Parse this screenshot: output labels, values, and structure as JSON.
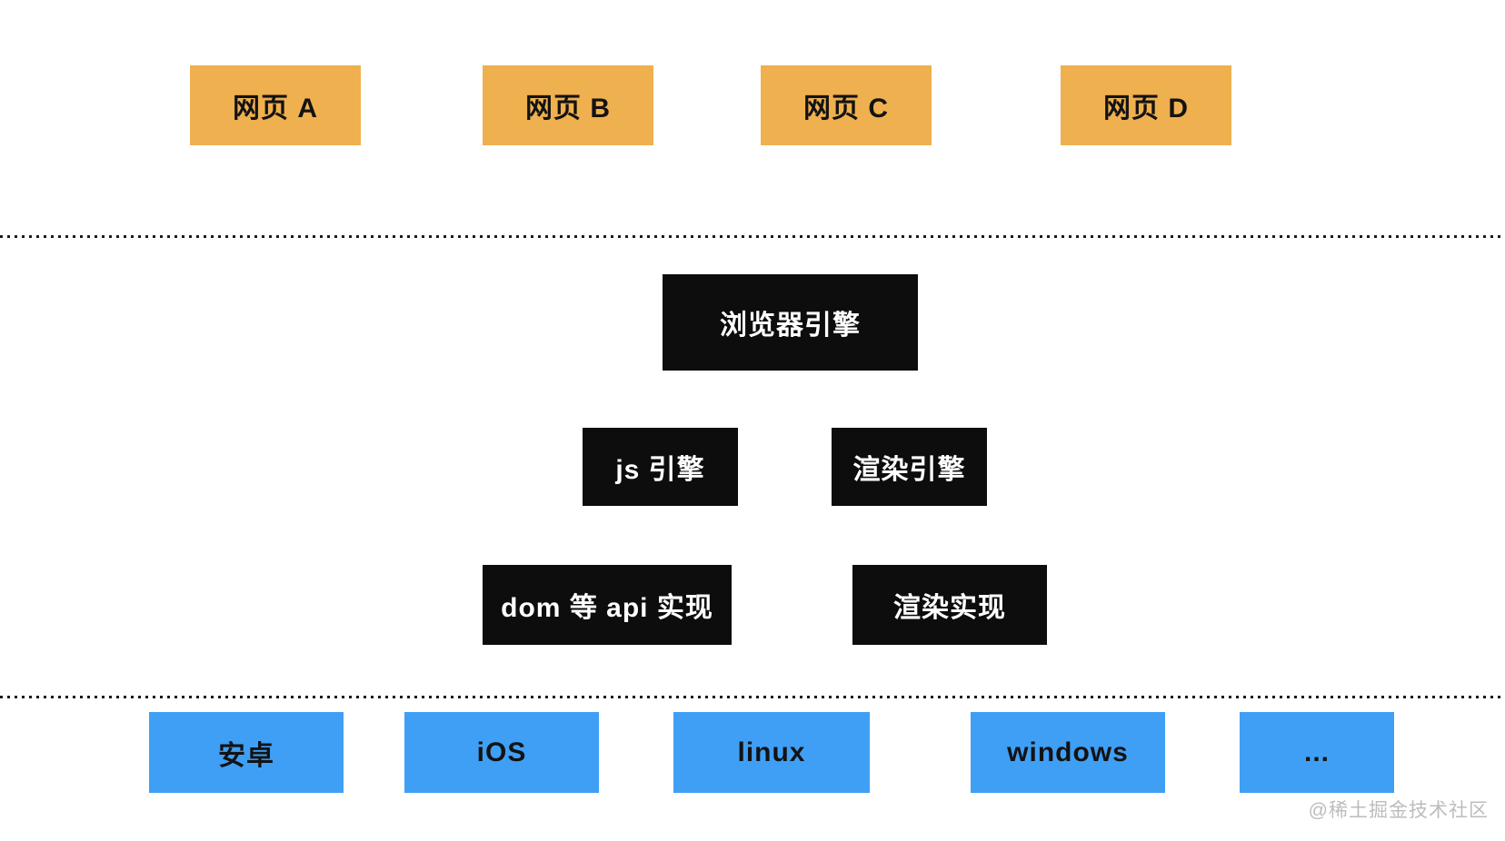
{
  "diagram": {
    "colors": {
      "webpage_box": "#efb04f",
      "engine_box": "#0d0d0d",
      "platform_box": "#3f9ff5",
      "divider_dot": "#1a1a1a",
      "watermark_text": "#bcbcbc"
    },
    "webpages": {
      "items": [
        {
          "label": "网页 A"
        },
        {
          "label": "网页 B"
        },
        {
          "label": "网页 C"
        },
        {
          "label": "网页 D"
        }
      ]
    },
    "engine": {
      "browser_engine": {
        "label": "浏览器引擎"
      },
      "js_engine": {
        "label": "js 引擎"
      },
      "render_engine": {
        "label": "渲染引擎"
      },
      "dom_api_impl": {
        "label": "dom 等 api 实现"
      },
      "render_impl": {
        "label": "渲染实现"
      }
    },
    "platforms": {
      "items": [
        {
          "label": "安卓"
        },
        {
          "label": "iOS"
        },
        {
          "label": "linux"
        },
        {
          "label": "windows"
        },
        {
          "label": "..."
        }
      ]
    },
    "watermark": "@稀土掘金技术社区"
  }
}
